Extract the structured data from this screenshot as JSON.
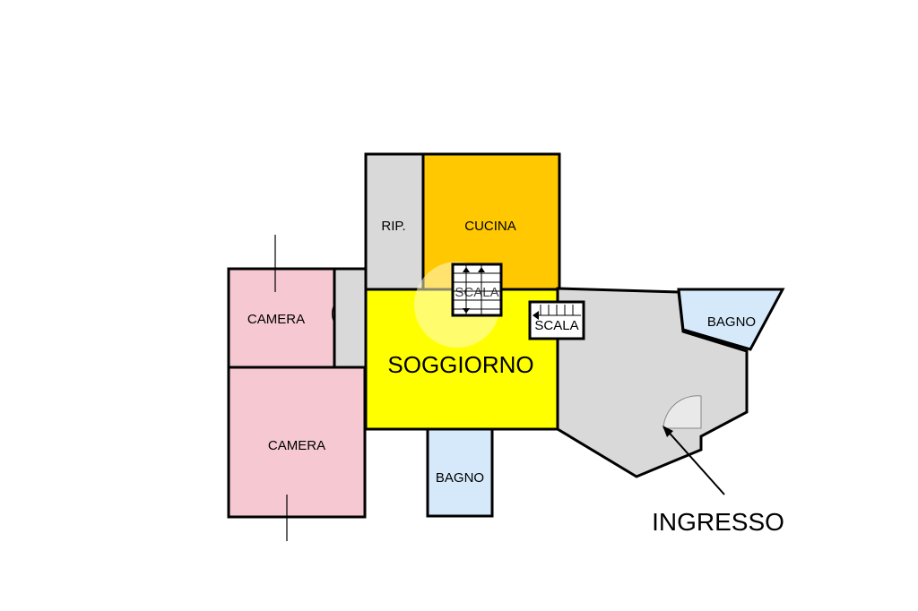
{
  "colors": {
    "camera": "#f6c8d2",
    "soggiorno": "#ffff00",
    "cucina": "#ffc800",
    "bagno": "#d6e9fa",
    "service": "#d9d9d9",
    "halo": "#fff9c8"
  },
  "rooms": {
    "rip": "RIP.",
    "cucina": "CUCINA",
    "camera_top": "CAMERA",
    "camera_bottom": "CAMERA",
    "soggiorno": "SOGGIORNO",
    "scala_center": "SCALA",
    "scala_right": "SCALA",
    "bagno_bottom": "BAGNO",
    "bagno_right": "BAGNO"
  },
  "labels": {
    "ingresso": "INGRESSO"
  }
}
